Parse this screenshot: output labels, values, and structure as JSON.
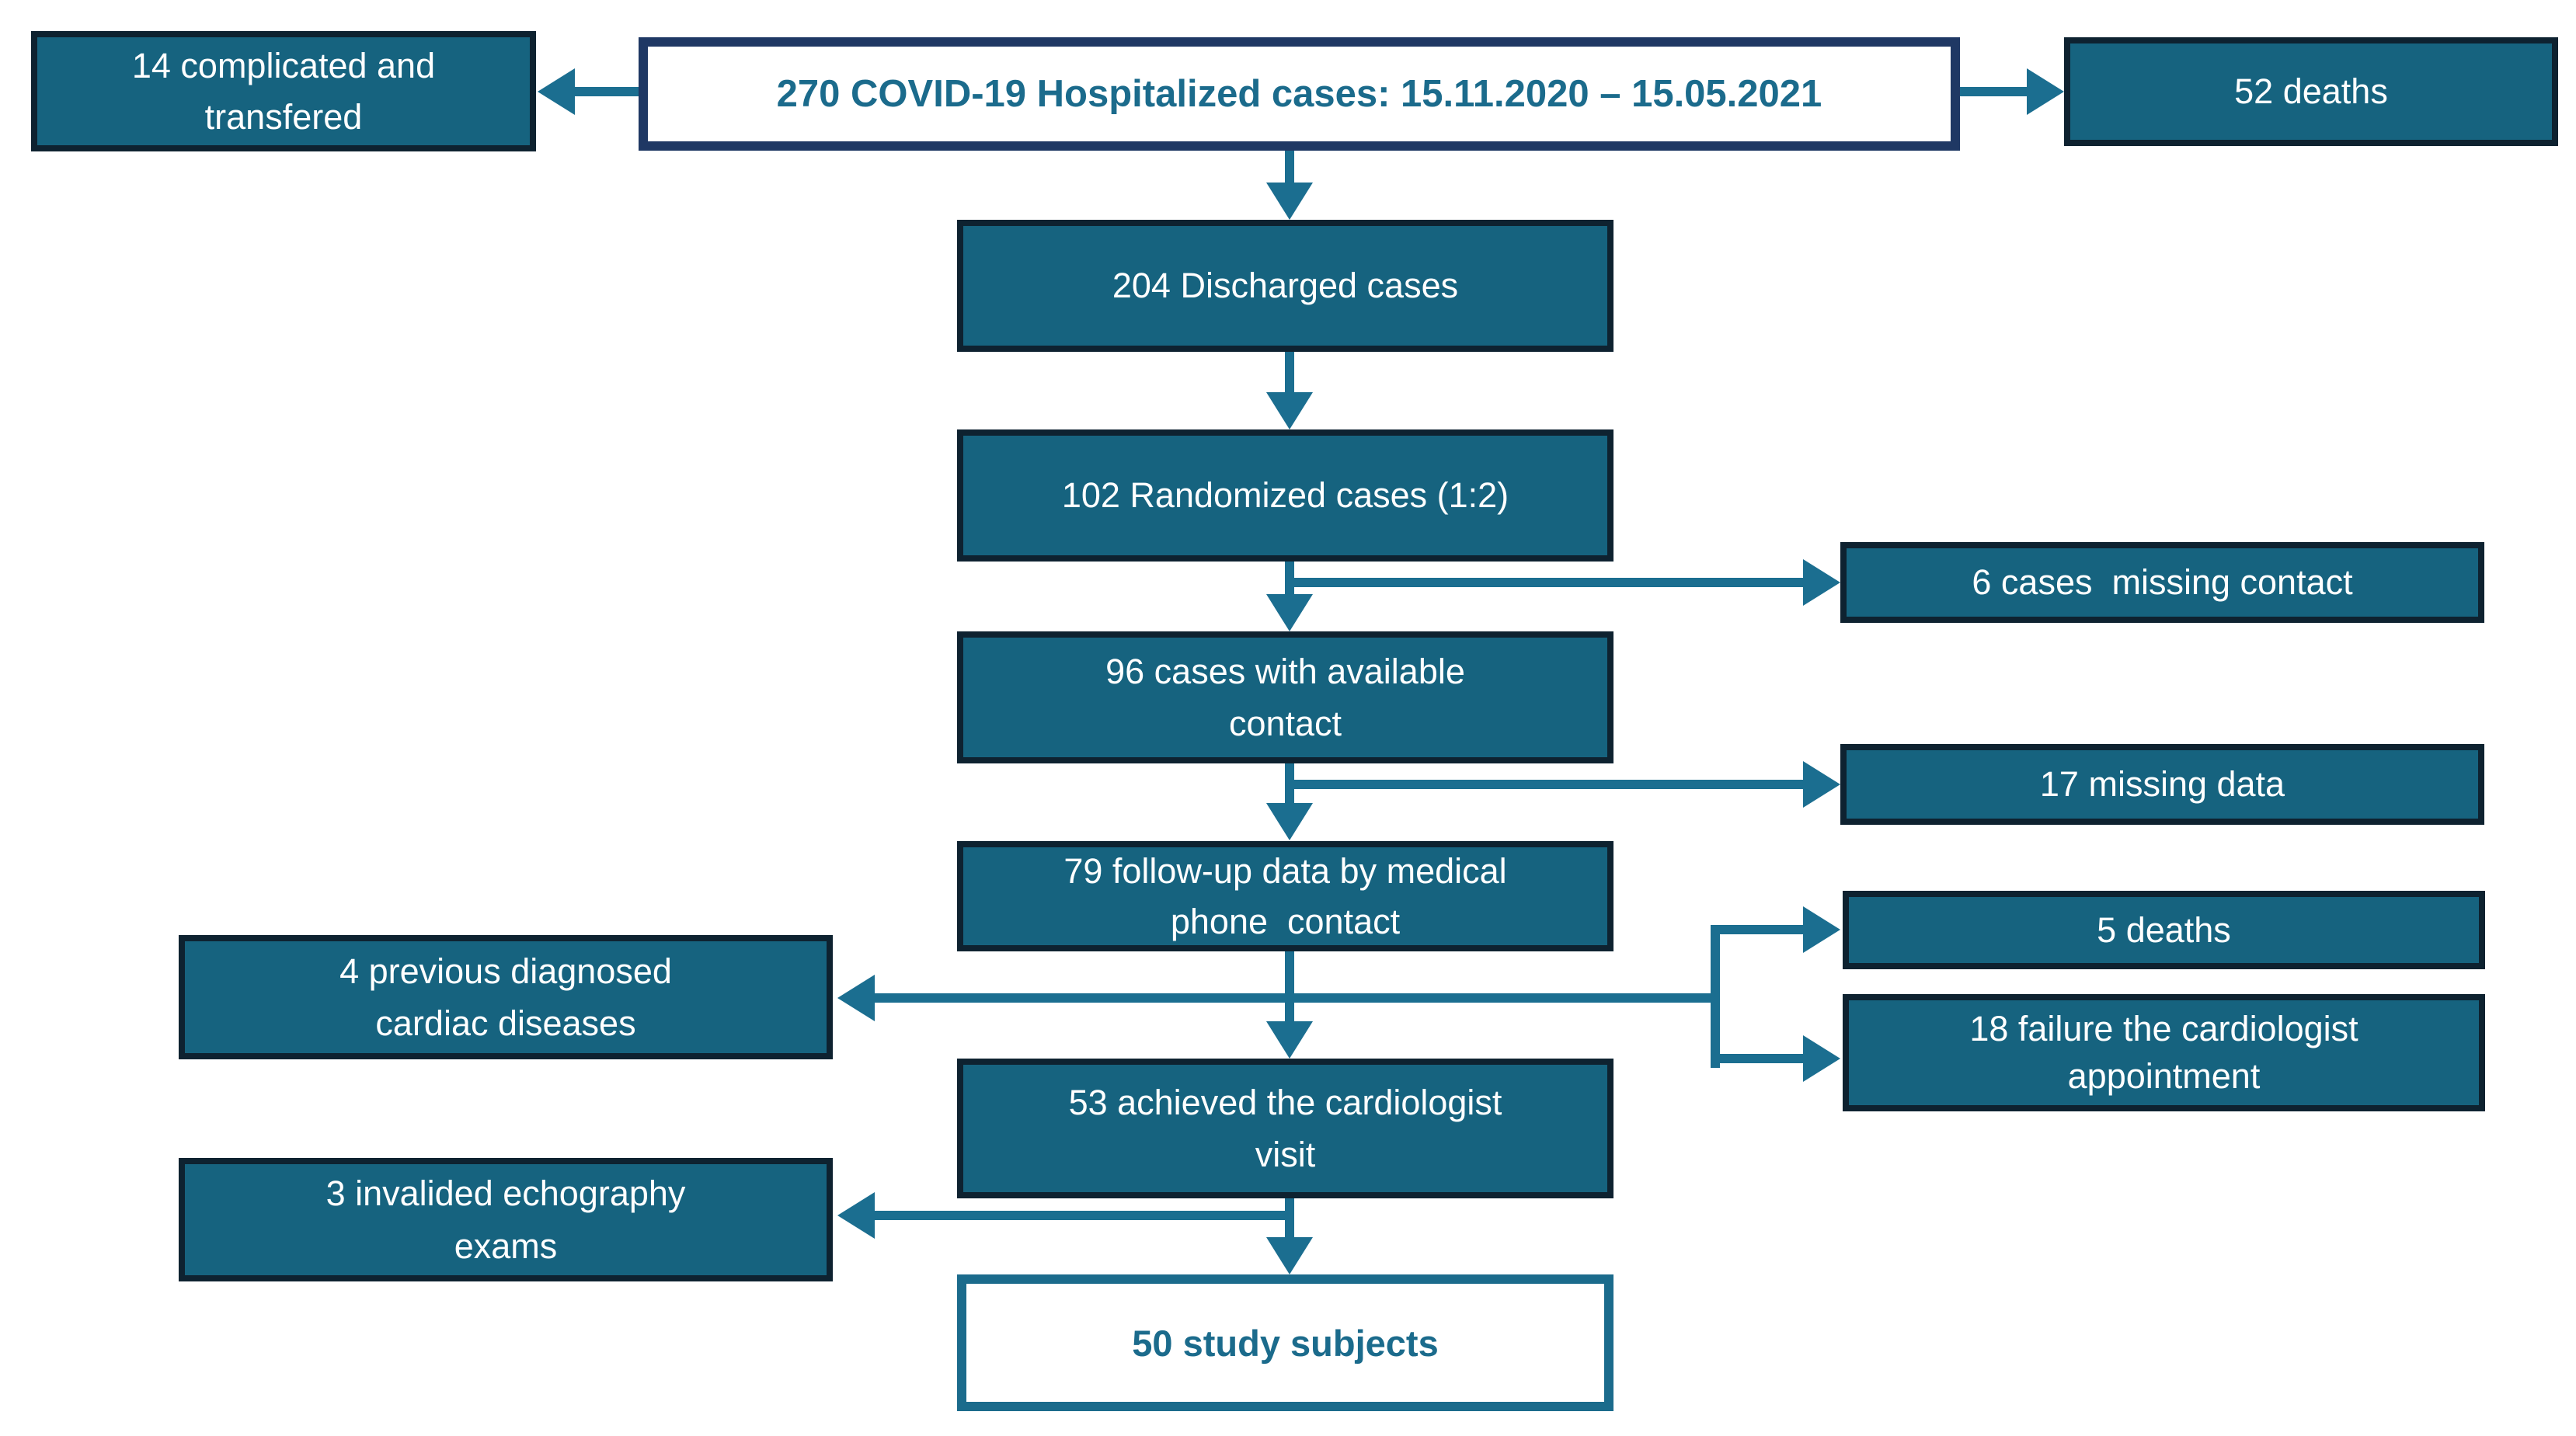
{
  "colors": {
    "box_fill": "#16637F",
    "box_border": "#0E2230",
    "connector": "#1B6E90",
    "title_border": "#1F3864",
    "accent_text": "#1B6B8C",
    "box_text": "#FFFFFF",
    "background": "#FFFFFF"
  },
  "flowchart": {
    "title": {
      "label": "270 COVID-19 Hospitalized cases: 15.11.2020 – 15.05.2021"
    },
    "nodes": {
      "complicated_transferred": {
        "label": [
          "14 complicated and",
          "transfered"
        ]
      },
      "deaths_52": {
        "label": [
          "52 deaths"
        ]
      },
      "discharged_204": {
        "label": [
          "204 Discharged cases"
        ]
      },
      "randomized_102": {
        "label": [
          "102 Randomized cases (1:2)"
        ]
      },
      "missing_contact_6": {
        "label": [
          "6 cases  missing contact"
        ]
      },
      "available_contact_96": {
        "label": [
          "96 cases with available",
          "contact"
        ]
      },
      "missing_data_17": {
        "label": [
          "17 missing data"
        ]
      },
      "followup_phone_79": {
        "label": [
          "79 follow-up data by medical",
          "phone  contact"
        ]
      },
      "previous_cardiac_4": {
        "label": [
          "4 previous diagnosed",
          "cardiac diseases"
        ]
      },
      "deaths_5": {
        "label": [
          "5 deaths"
        ]
      },
      "failure_appointment_18": {
        "label": [
          "18 failure the cardiologist",
          "appointment"
        ]
      },
      "cardiologist_visit_53": {
        "label": [
          "53 achieved the cardiologist",
          "visit"
        ]
      },
      "invalid_echo_3": {
        "label": [
          "3 invalided echography",
          "exams"
        ]
      },
      "study_subjects_50": {
        "label": [
          "50 study subjects"
        ]
      }
    }
  }
}
